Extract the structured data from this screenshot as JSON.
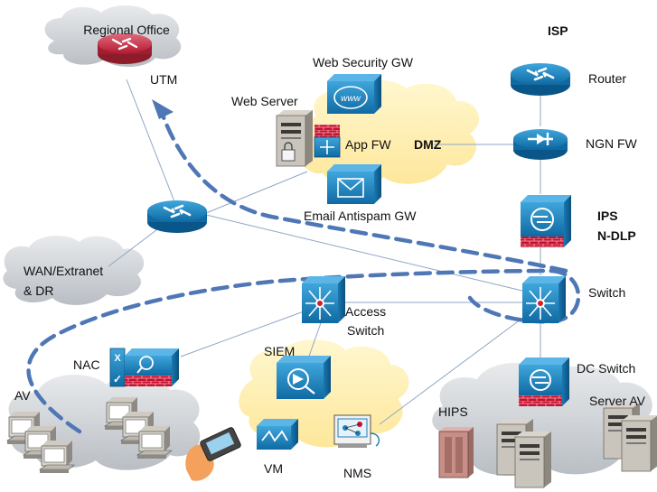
{
  "diagram": {
    "colors": {
      "cloud_gray": "#cfd3d8",
      "cloud_yellow": "#fff2b8",
      "device_blue": "#1f7fb8",
      "device_dark": "#0d5f92",
      "firewall_red": "#c8102e",
      "tunnel_dash": "#4f77b5",
      "link_line": "#8fa6c7"
    },
    "labels": {
      "regional_office": "Regional Office",
      "utm": "UTM",
      "isp": "ISP",
      "router": "Router",
      "web_security_gw": "Web Security GW",
      "web_server": "Web Server",
      "app_fw": "App FW",
      "dmz": "DMZ",
      "ngn_fw": "NGN FW",
      "email_antispam_gw": "Email Antispam GW",
      "ips": "IPS",
      "n_dlp": "N-DLP",
      "wan_extranet_line1": "WAN/Extranet",
      "wan_extranet_line2": "& DR",
      "switch": "Switch",
      "access_switch_line1": "Access",
      "access_switch_line2": "Switch",
      "nac": "NAC",
      "siem": "SIEM",
      "dc_switch": "DC Switch",
      "av": "AV",
      "hips": "HIPS",
      "server_av": "Server AV",
      "vm": "VM",
      "nms": "NMS"
    },
    "icons": [
      "router-icon",
      "firewall-icon",
      "ips-icon",
      "switch-icon",
      "server-icon",
      "workstation-icon",
      "smartphone-icon",
      "email-gateway-icon",
      "web-security-icon",
      "nac-icon",
      "siem-icon",
      "vm-icon",
      "nms-icon"
    ]
  }
}
